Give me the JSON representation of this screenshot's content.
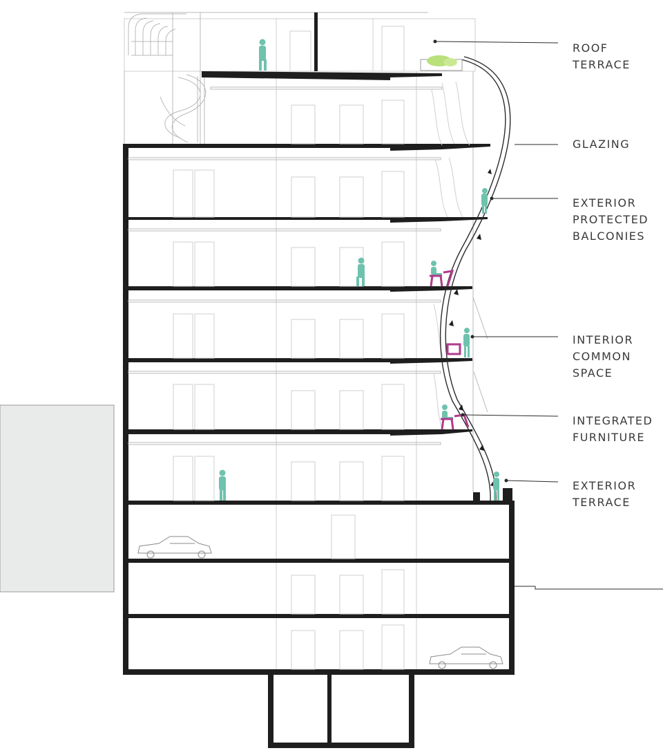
{
  "labels": [
    {
      "key": "roof_terrace",
      "lines": [
        "ROOF",
        "TERRACE"
      ]
    },
    {
      "key": "glazing",
      "lines": [
        "GLAZING"
      ]
    },
    {
      "key": "exterior_protected_balconies",
      "lines": [
        "EXTERIOR",
        "PROTECTED",
        "BALCONIES"
      ]
    },
    {
      "key": "interior_common_space",
      "lines": [
        "INTERIOR",
        "COMMON",
        "SPACE"
      ]
    },
    {
      "key": "integrated_furniture",
      "lines": [
        "INTEGRATED",
        "FURNITURE"
      ]
    },
    {
      "key": "exterior_terrace",
      "lines": [
        "EXTERIOR",
        "TERRACE"
      ]
    }
  ],
  "colors": {
    "structure": "#1e1e1e",
    "linework": "#b8b8b8",
    "people": "#6fc2ad",
    "furniture": "#b03a8c",
    "planting": "#b9e07a",
    "neighbor_building": "#e9ebea",
    "label_text": "#3a3a3a"
  }
}
